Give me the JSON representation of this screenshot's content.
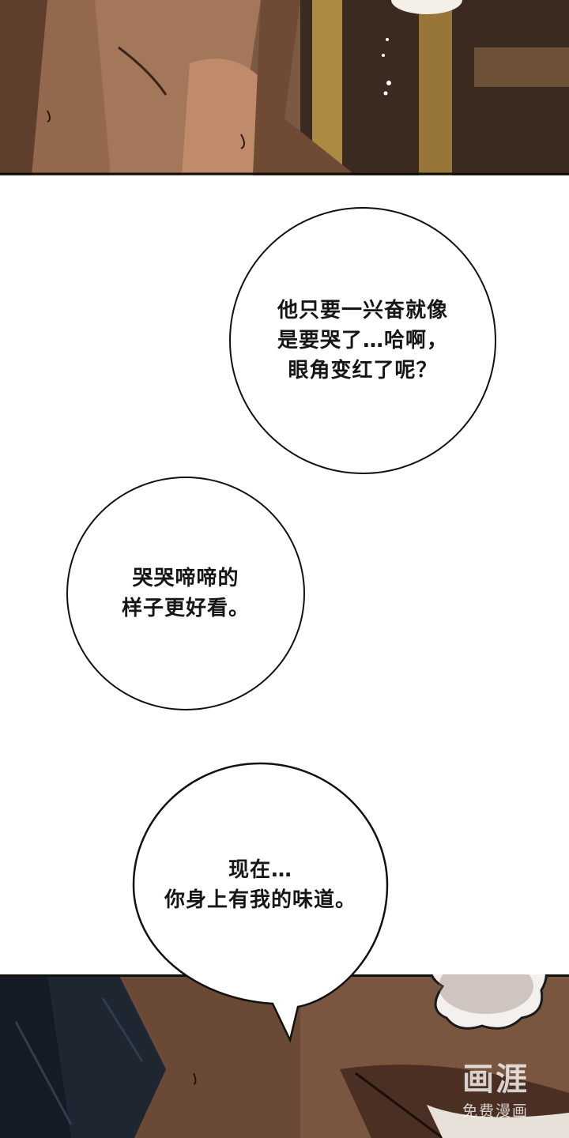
{
  "bubbles": {
    "first": "他只要一兴奋就像\n是要哭了…哈啊，\n眼角变红了呢？",
    "second": "哭哭啼啼的\n样子更好看。",
    "third": "现在…\n你身上有我的味道。"
  },
  "watermark": {
    "logo": "画涯",
    "subtitle": "免费漫画"
  }
}
